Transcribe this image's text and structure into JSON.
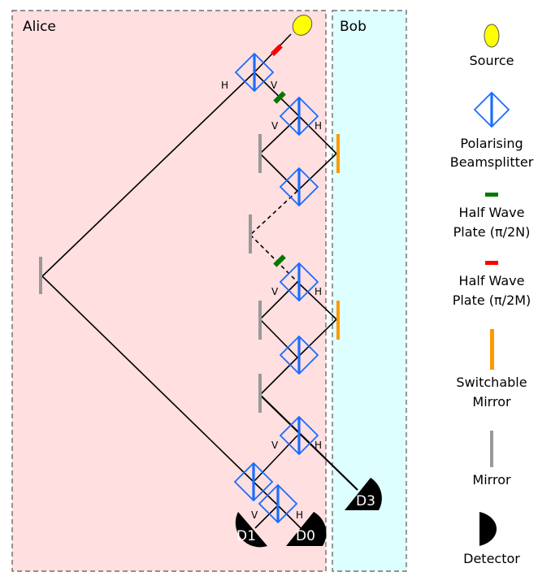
{
  "regions": {
    "alice": {
      "label": "Alice",
      "fill": "#ffdfe0"
    },
    "bob": {
      "label": "Bob",
      "fill": "#ddffff"
    }
  },
  "colors": {
    "source": "#ffff00",
    "pbs": "#1a6dff",
    "hwp_n": "#007a00",
    "hwp_m": "#ff0000",
    "switchable_mirror": "#ff9900",
    "mirror": "#999999",
    "detector": "#000000"
  },
  "polarisation_labels": {
    "pbs1_h": "H",
    "pbs1_v": "V",
    "pbs2_v": "V",
    "pbs2_h": "H",
    "pbs4_v": "V",
    "pbs4_h": "H",
    "pbs6_v": "V",
    "pbs6_h": "H",
    "pbs8_v": "V",
    "pbs8_h": "H"
  },
  "detectors": {
    "d0": "D0",
    "d1": "D1",
    "d3": "D3"
  },
  "legend": [
    {
      "key": "source",
      "icon": "source-icon",
      "lines": [
        "Source"
      ]
    },
    {
      "key": "pbs",
      "icon": "pbs-icon",
      "lines": [
        "Polarising",
        "Beamsplitter"
      ]
    },
    {
      "key": "hwp_n",
      "icon": "hwp-n-icon",
      "lines": [
        "Half Wave",
        "Plate (π/2N)"
      ]
    },
    {
      "key": "hwp_m",
      "icon": "hwp-m-icon",
      "lines": [
        "Half Wave",
        "Plate (π/2M)"
      ]
    },
    {
      "key": "switchable_mirror",
      "icon": "switchable-mirror-icon",
      "lines": [
        "Switchable",
        "Mirror"
      ]
    },
    {
      "key": "mirror",
      "icon": "mirror-icon",
      "lines": [
        "Mirror"
      ]
    },
    {
      "key": "detector",
      "icon": "detector-icon",
      "lines": [
        "Detector"
      ]
    }
  ]
}
